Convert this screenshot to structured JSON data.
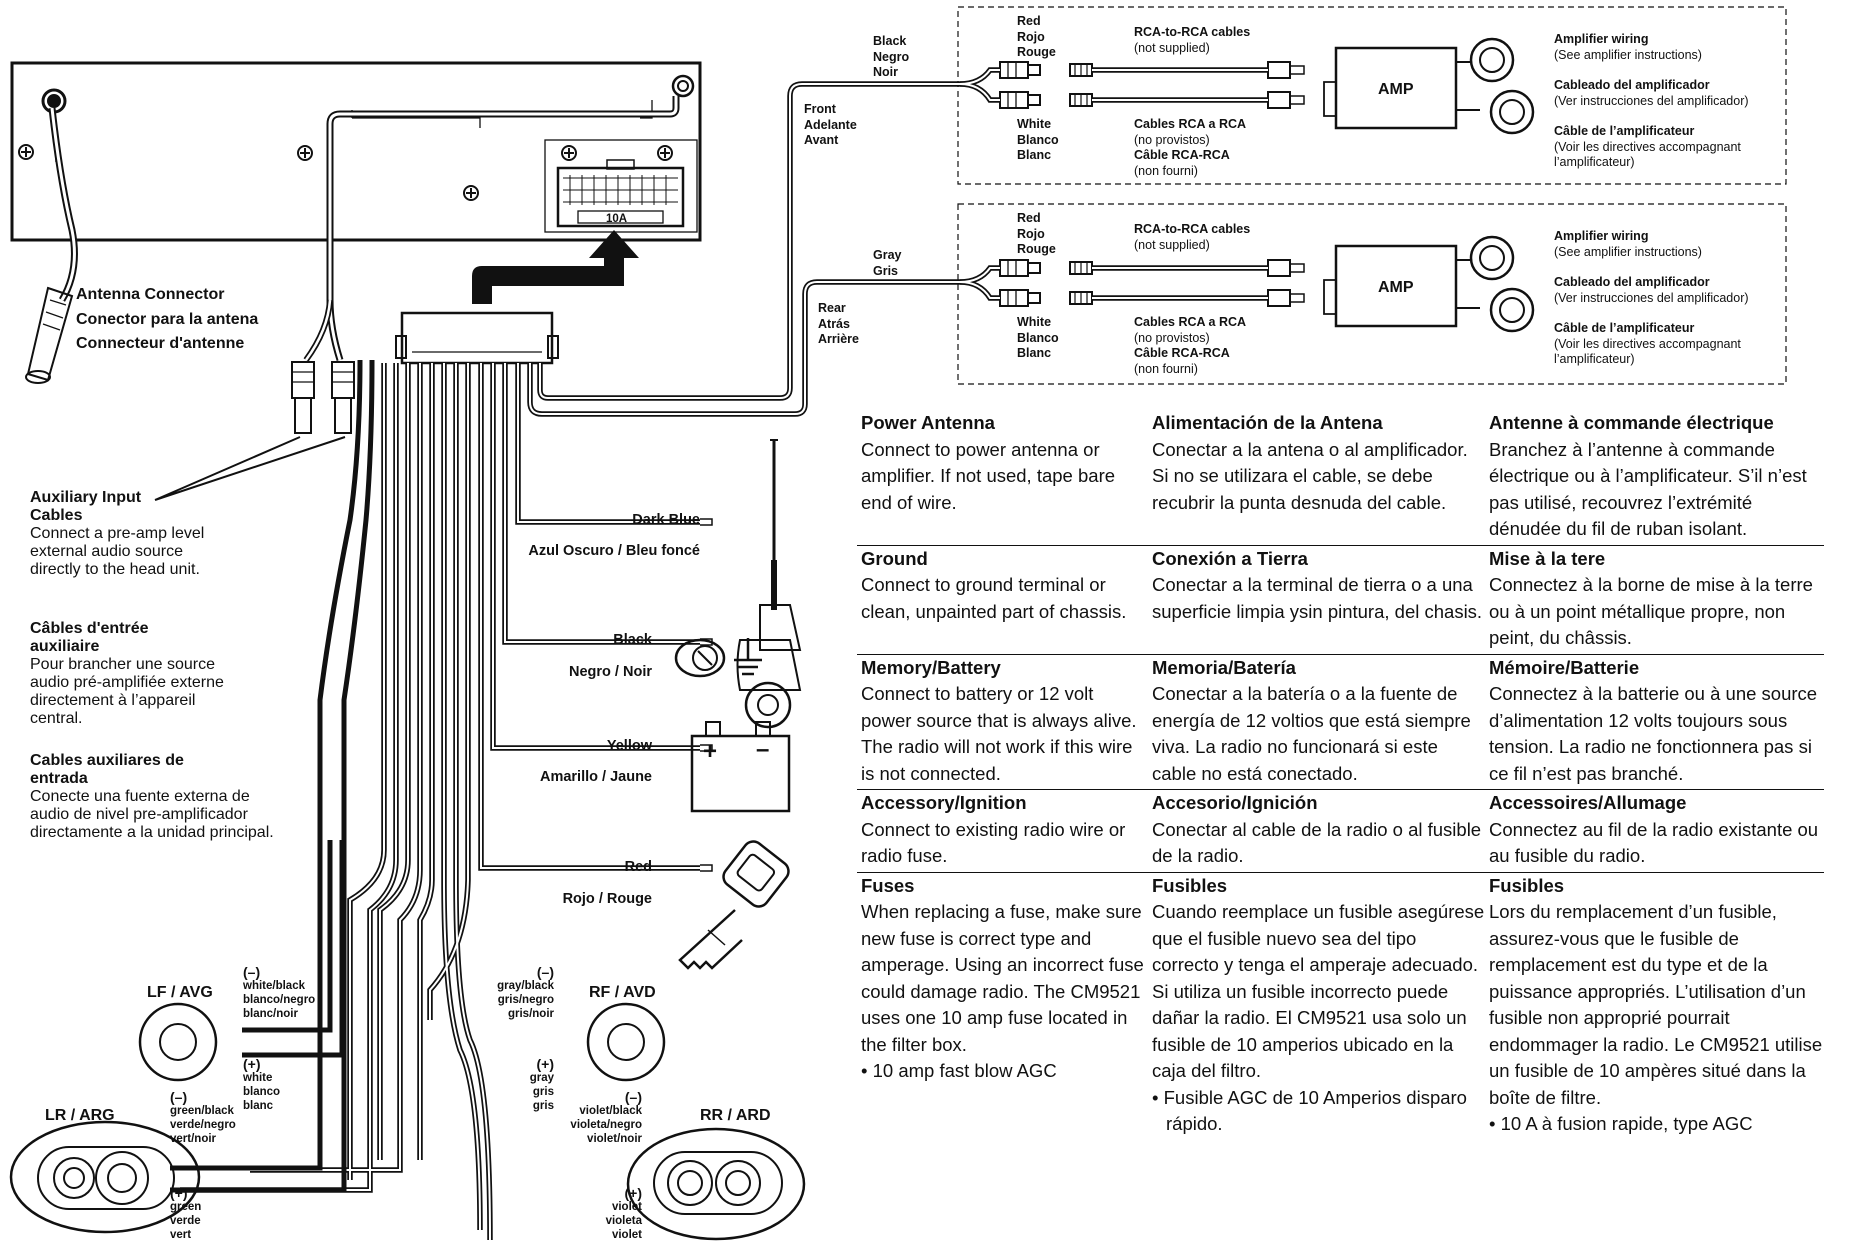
{
  "head_unit": {
    "fuse_label": "10A"
  },
  "antenna": {
    "en": "Antenna Connector",
    "es": "Conector para la antena",
    "fr": "Connecteur d'antenne"
  },
  "aux": [
    {
      "heading": "Auxiliary Input Cables",
      "body": "Connect a pre-amp level external audio source directly to the head unit."
    },
    {
      "heading": "Câbles d'entrée auxiliaire",
      "body": "Pour brancher une source audio pré-amplifiée externe directement à l’appareil central."
    },
    {
      "heading": "Cables auxiliares de entrada",
      "body": "Conecte una fuente externa de audio de nivel pre-amplificador directamente a la unidad principal."
    }
  ],
  "rca": {
    "front": {
      "wire": [
        "Black",
        "Negro",
        "Noir"
      ],
      "position": [
        "Front",
        "Adelante",
        "Avant"
      ]
    },
    "rear": {
      "wire": [
        "Gray",
        "Gris"
      ],
      "position": [
        "Rear",
        "Atrás",
        "Arrière"
      ]
    },
    "red": [
      "Red",
      "Rojo",
      "Rouge"
    ],
    "white": [
      "White",
      "Blanco",
      "Blanc"
    ],
    "cable_en_title": "RCA-to-RCA cables",
    "cable_en_note": "(not supplied)",
    "cable_es_title": "Cables RCA a RCA",
    "cable_es_note": "(no provistos)",
    "cable_fr_title": "Câble RCA-RCA",
    "cable_fr_note": "(non fourni)",
    "amp": "AMP",
    "amp_en_title": "Amplifier wiring",
    "amp_en_note": "(See amplifier instructions)",
    "amp_es_title": "Cableado del amplificador",
    "amp_es_note": "(Ver instrucciones del amplificador)",
    "amp_fr_title": "Câble de l’amplificateur",
    "amp_fr_note": "(Voir les directives accompagnant l’amplificateur)"
  },
  "wires": {
    "dark_blue": {
      "en": "Dark Blue",
      "xl": "Azul Oscuro / Bleu foncé"
    },
    "black": {
      "en": "Black",
      "xl": "Negro / Noir"
    },
    "yellow": {
      "en": "Yellow",
      "xl": "Amarillo / Jaune"
    },
    "red": {
      "en": "Red",
      "xl": "Rojo / Rouge"
    }
  },
  "battery": {
    "plus": "+",
    "minus": "–"
  },
  "speakers": {
    "lf": "LF / AVG",
    "rf": "RF / AVD",
    "lr": "LR / ARG",
    "rr": "RR / ARD",
    "lf_neg": [
      "(–)",
      "white/black",
      "blanco/negro",
      "blanc/noir"
    ],
    "lf_pos": [
      "(+)",
      "white",
      "blanco",
      "blanc"
    ],
    "rf_neg": [
      "(–)",
      "gray/black",
      "gris/negro",
      "gris/noir"
    ],
    "rf_pos": [
      "(+)",
      "gray",
      "gris",
      "gris"
    ],
    "lr_neg": [
      "(–)",
      "green/black",
      "verde/negro",
      "vert/noir"
    ],
    "lr_pos": [
      "(+)",
      "green",
      "verde",
      "vert"
    ],
    "rr_neg": [
      "(–)",
      "violet/black",
      "violeta/negro",
      "violet/noir"
    ],
    "rr_pos": [
      "(+)",
      "violet",
      "violeta",
      "violet"
    ]
  },
  "table": [
    {
      "en_title": "Power Antenna",
      "en_body": "Connect to power antenna or amplifier. If not used, tape bare end of wire.",
      "es_title": "Alimentación de la Antena",
      "es_body": "Conectar a la antena o al amplificador. Si no se utilizara el cable, se debe recubrir la punta desnuda del cable.",
      "fr_title": "Antenne à commande électrique",
      "fr_body": "Branchez à l’antenne à commande électrique ou à l’amplificateur. S’il n’est pas utilisé, recouvrez l’extrémité dénudée du fil de ruban isolant."
    },
    {
      "en_title": "Ground",
      "en_body": "Connect to ground terminal or clean, unpainted part of chassis.",
      "es_title": "Conexión a Tierra",
      "es_body": "Conectar a la terminal de tierra o a una superficie limpia ysin pintura, del chasis.",
      "fr_title": "Mise à la tere",
      "fr_body": "Connectez à la borne de mise à la terre ou à un point métallique propre, non peint, du châssis."
    },
    {
      "en_title": "Memory/Battery",
      "en_body": "Connect to battery or 12 volt power source that is always alive. The radio will not work if this wire is not connected.",
      "es_title": "Memoria/Batería",
      "es_body": "Conectar a la batería o a la fuente de energía de 12 voltios que está siempre viva. La radio no funcionará si este cable no está conectado.",
      "fr_title": "Mémoire/Batterie",
      "fr_body": "Connectez à la batterie ou à une source d’alimentation 12 volts toujours sous tension. La radio ne fonctionnera pas si ce fil n’est pas branché."
    },
    {
      "en_title": "Accessory/Ignition",
      "en_body": "Connect to existing radio wire or radio fuse.",
      "es_title": "Accesorio/Ignición",
      "es_body": "Conectar al cable de la radio o al fusible de la radio.",
      "fr_title": "Accessoires/Allumage",
      "fr_body": "Connectez au fil de la radio existante ou au fusible du radio."
    },
    {
      "en_title": "Fuses",
      "en_body": "When replacing a fuse, make sure new fuse is correct type and amperage. Using an incorrect fuse could damage radio. The CM9521 uses one 10 amp fuse located in the filter box.",
      "en_note": "• 10 amp fast blow AGC",
      "es_title": "Fusibles",
      "es_body": "Cuando reemplace un fusible asegúrese que el fusible nuevo sea del tipo correcto y tenga el amperaje adecuado. Si utiliza un fusible incorrecto puede dañar la radio. El CM9521 usa solo un fusible de 10 amperios ubicado en la caja del filtro.",
      "es_note": "• Fusible AGC de 10 Amperios disparo rápido.",
      "fr_title": "Fusibles",
      "fr_body": "Lors du remplacement d’un fusible, assurez-vous que le fusible de remplacement est du type et de la puissance appropriés. L’utilisation d’un fusible non approprié pourrait endommager la radio. Le CM9521 utilise un fusible de 10 ampères situé dans la boîte de filtre.",
      "fr_note": "• 10 A à fusion rapide, type AGC"
    }
  ]
}
